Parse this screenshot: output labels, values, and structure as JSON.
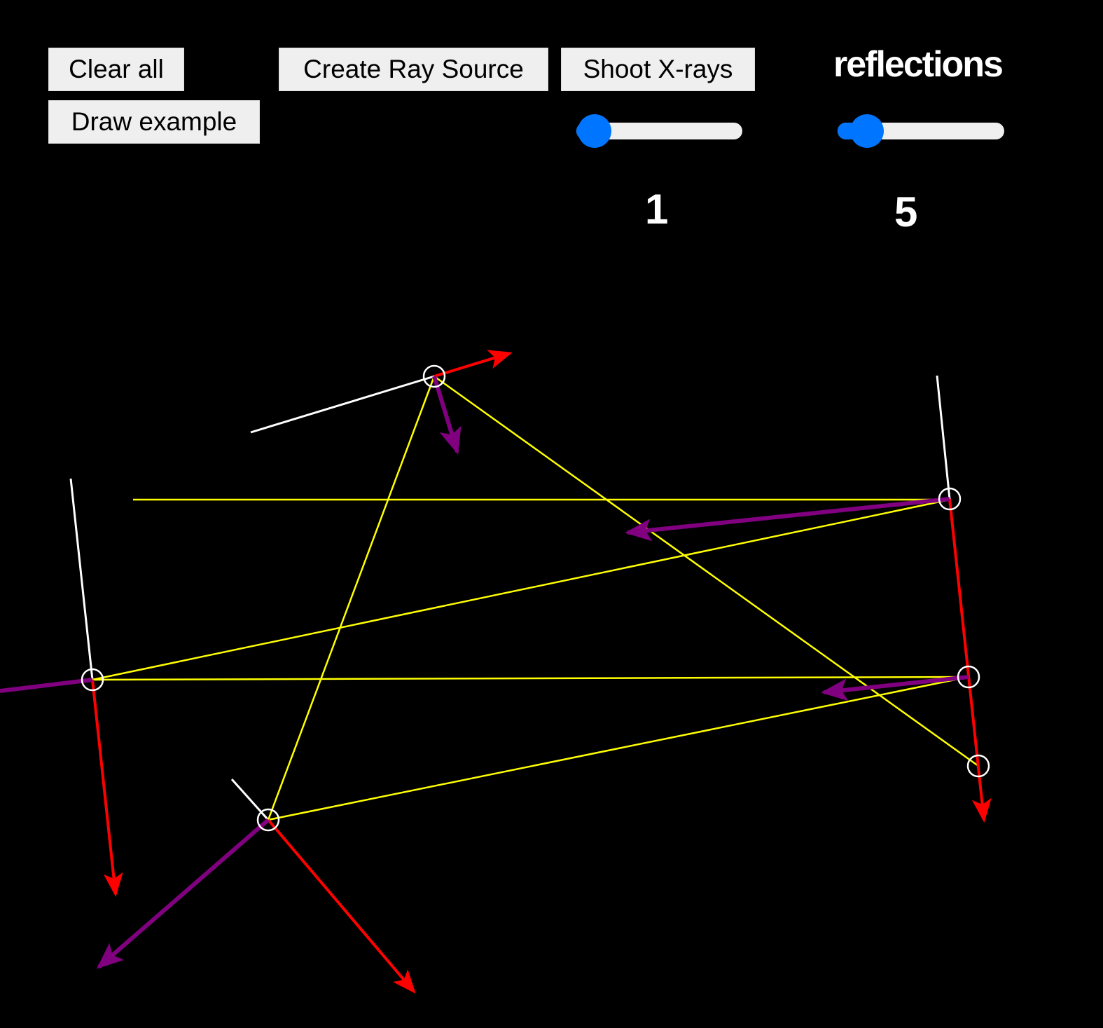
{
  "toolbar": {
    "clear_all_label": "Clear all",
    "draw_example_label": "Draw example",
    "create_ray_source_label": "Create Ray Source",
    "shoot_xrays_label": "Shoot X-rays"
  },
  "controls": {
    "reflections_heading": "reflections",
    "xrays_slider_value": "1",
    "reflections_slider_value": "5"
  },
  "colors": {
    "background": "#000000",
    "ray": "#ffff00",
    "mirror": "#ffffff",
    "tangent_arrow": "#ff0000",
    "normal_arrow": "#800080",
    "slider_accent": "#0075ff"
  },
  "icons": {
    "reflection_point": "circle-outline-icon",
    "tangent": "red-arrow-icon",
    "normal": "purple-arrow-icon"
  }
}
